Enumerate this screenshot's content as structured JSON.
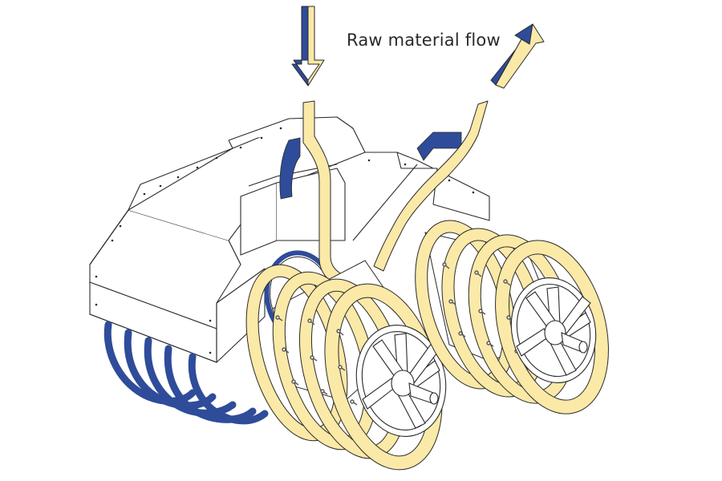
{
  "label": "Raw material flow",
  "colors": {
    "flow_light": "#FBE9A8",
    "flow_dark": "#2F4C9A",
    "outline": "#2a2a2a",
    "housing_fill": "#ffffff",
    "stud": "#555555"
  },
  "icons": {
    "inlet_arrow": "arrow-down-icon",
    "outlet_arrow": "arrow-up-right-icon"
  },
  "structure": {
    "rotors": 2,
    "flow_loops_per_rotor": 4,
    "wheel_spokes": 6
  }
}
